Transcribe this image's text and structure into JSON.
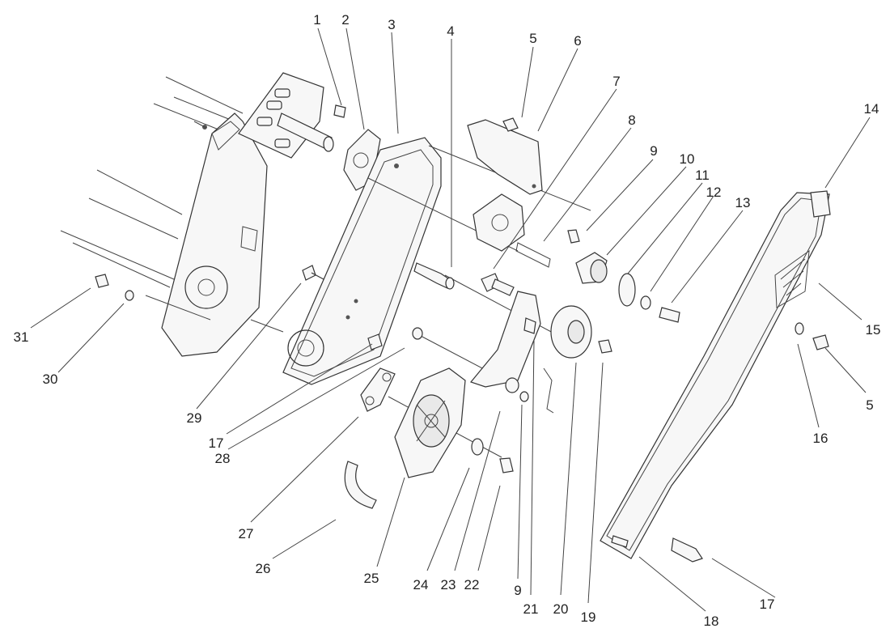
{
  "callouts": [
    {
      "label": "1"
    },
    {
      "label": "2"
    },
    {
      "label": "3"
    },
    {
      "label": "4"
    },
    {
      "label": "5"
    },
    {
      "label": "6"
    },
    {
      "label": "7"
    },
    {
      "label": "8"
    },
    {
      "label": "9"
    },
    {
      "label": "10"
    },
    {
      "label": "11"
    },
    {
      "label": "12"
    },
    {
      "label": "13"
    },
    {
      "label": "14"
    },
    {
      "label": "15"
    },
    {
      "label": "5"
    },
    {
      "label": "16"
    },
    {
      "label": "17"
    },
    {
      "label": "18"
    },
    {
      "label": "19"
    },
    {
      "label": "20"
    },
    {
      "label": "21"
    },
    {
      "label": "9"
    },
    {
      "label": "22"
    },
    {
      "label": "23"
    },
    {
      "label": "24"
    },
    {
      "label": "25"
    },
    {
      "label": "26"
    },
    {
      "label": "27"
    },
    {
      "label": "28"
    },
    {
      "label": "17"
    },
    {
      "label": "29"
    },
    {
      "label": "30"
    },
    {
      "label": "31"
    }
  ]
}
